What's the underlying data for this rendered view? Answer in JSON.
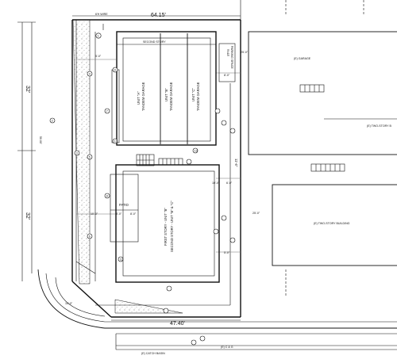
{
  "dimensions": {
    "top_frontage": "64.15'",
    "bottom_frontage": "47.40'",
    "left_side_a": "32'",
    "left_side_b": "32'",
    "curve_side": "50.00'",
    "mid_right": "11'-6\"",
    "tiny_10": "10'-0\"",
    "tiny_fence": "6'-0\"",
    "tiny_8": "8'-0\"",
    "tiny_set": "5'-0\"",
    "tiny_10b": "10'-0\"",
    "tiny_lot": "25'-0\"",
    "street_dim": "25'-0\""
  },
  "labels": {
    "top_wire": "6'H WIRE",
    "second_story": "SECOND STORY",
    "unit_a": "UNIT \"A\"",
    "unit_b": "UNIT \"B\"",
    "unit_c": "UNIT \"C\"",
    "tandem": "TANDEM GARAGE",
    "parking_space": "PARKING SPACE",
    "parking_size": "9'x18'",
    "garage_east": "(E) GARAGE",
    "two_story_e": "(E) TWO-STORY B",
    "two_story_bldg": "(E) TWO-STORY BUILDING",
    "patio": "PATIO",
    "first_story": "FIRST STORY - UNIT \"B\"",
    "second_story_unit": "SECOND STORY - UNIT \"B\" & \"C\"",
    "catch_basin": "(E) CATCH BASIN",
    "curb_label": "(E) C & G"
  },
  "keynotes": [
    "1",
    "2",
    "3",
    "4",
    "5",
    "6",
    "7",
    "8",
    "9",
    "10",
    "11",
    "12"
  ]
}
